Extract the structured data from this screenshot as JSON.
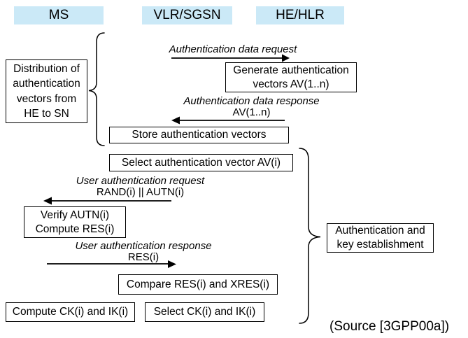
{
  "colors": {
    "actor_bg": "#cbe9f7",
    "stroke": "#000000"
  },
  "actors": [
    {
      "label": "MS"
    },
    {
      "label": "VLR/SGSN"
    },
    {
      "label": "HE/HLR"
    }
  ],
  "messages": [
    {
      "name": "Authentication data request",
      "params": "",
      "direction": "right"
    },
    {
      "name": "Authentication data response",
      "params": "AV(1..n)",
      "direction": "left"
    },
    {
      "name": "User authentication request",
      "params": "RAND(i) || AUTN(i)",
      "direction": "left"
    },
    {
      "name": "User authentication response",
      "params": "RES(i)",
      "direction": "right"
    }
  ],
  "boxes": {
    "distribution": {
      "lines": [
        "Distribution of",
        "authentication",
        "vectors from",
        "HE to SN"
      ]
    },
    "generate": {
      "lines": [
        "Generate authentication",
        "vectors AV(1..n)"
      ]
    },
    "store": {
      "label": "Store authentication vectors"
    },
    "select_av": {
      "label": "Select authentication vector AV(i)"
    },
    "verify": {
      "lines": [
        "Verify AUTN(i)",
        "Compute RES(i)"
      ]
    },
    "compare": {
      "label": "Compare RES(i) and XRES(i)"
    },
    "compute_ck": {
      "label": "Compute CK(i) and IK(i)"
    },
    "select_ck": {
      "label": "Select CK(i) and IK(i)"
    },
    "auth_key": {
      "lines": [
        "Authentication and",
        "key establishment"
      ]
    }
  },
  "source_note": "(Source [3GPP00a])"
}
